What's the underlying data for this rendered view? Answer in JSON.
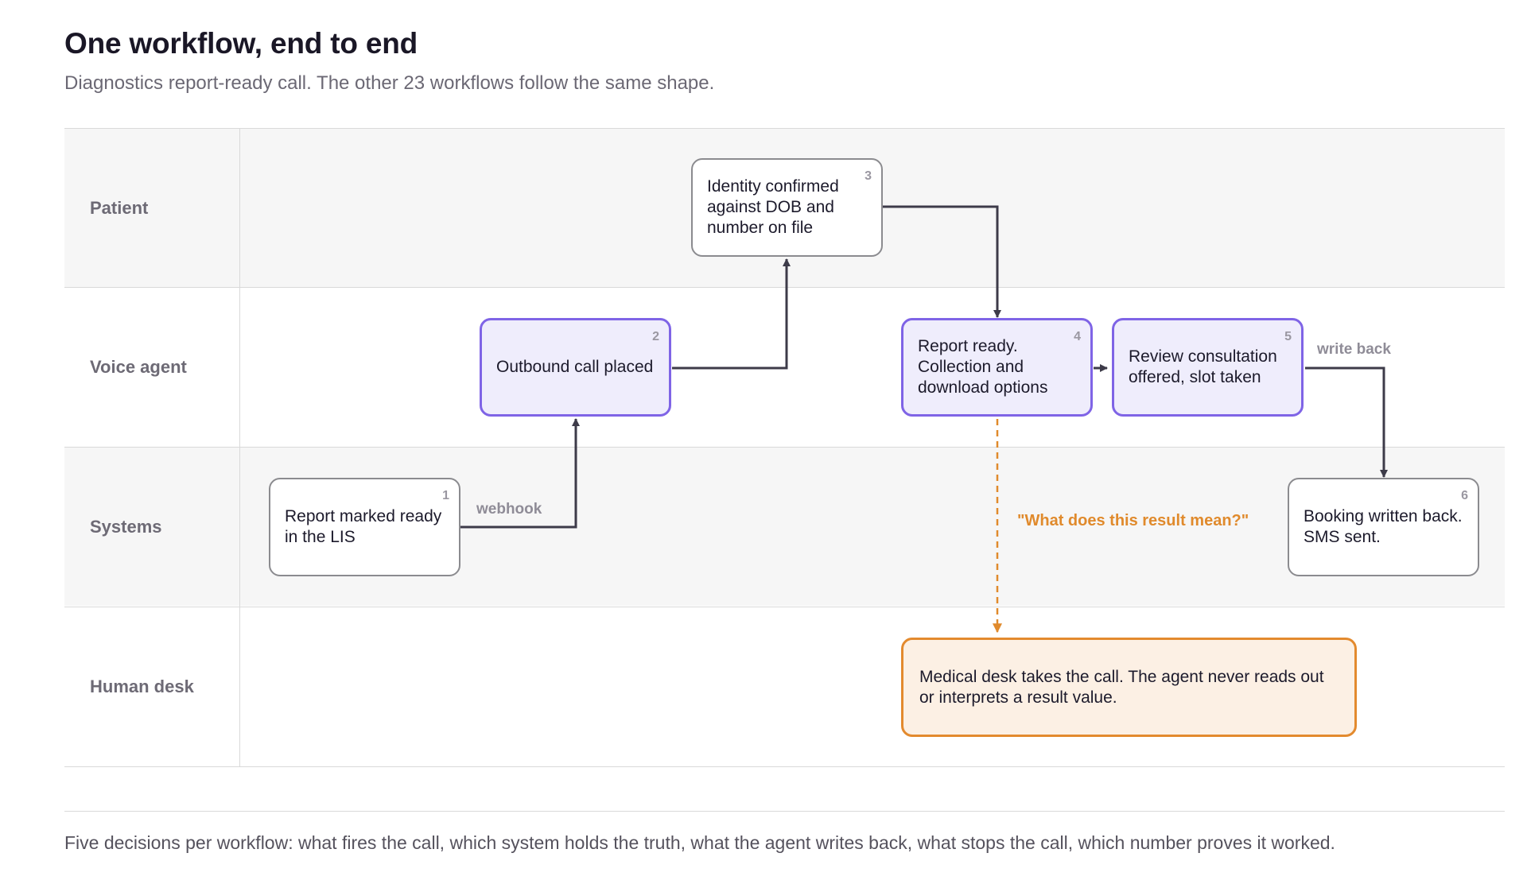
{
  "title": "One workflow, end to end",
  "subtitle": "Diagnostics report-ready call. The other 23 workflows follow the same shape.",
  "lanes": [
    {
      "label": "Patient"
    },
    {
      "label": "Voice agent"
    },
    {
      "label": "Systems"
    },
    {
      "label": "Human desk"
    }
  ],
  "steps": [
    {
      "number": "1",
      "text": "Report marked ready in the LIS",
      "lane": "Systems"
    },
    {
      "number": "2",
      "text": "Outbound call placed",
      "lane": "Voice agent"
    },
    {
      "number": "3",
      "text": "Identity confirmed against DOB and number on file",
      "lane": "Patient"
    },
    {
      "number": "4",
      "text": "Report ready. Collection and download options",
      "lane": "Voice agent"
    },
    {
      "number": "5",
      "text": "Review consultation offered, slot taken",
      "lane": "Voice agent"
    },
    {
      "number": "6",
      "text": "Booking written back. SMS sent.",
      "lane": "Systems"
    }
  ],
  "escalation": {
    "text": "Medical desk takes the call. The agent never reads out or interprets a result value.",
    "lane": "Human desk"
  },
  "edge_labels": {
    "webhook": "webhook",
    "write_back": "write back",
    "question": "\"What does this result mean?\""
  },
  "footer": "Five decisions per workflow: what fires the call, which system holds the truth, what the agent writes back, what stops the call, which number proves it worked.",
  "colors": {
    "agent_fill": "#efedfc",
    "agent_border": "#7f64e6",
    "escalation_fill": "#fcf0e4",
    "escalation_border": "#e38a2e",
    "connector": "#3d3b49",
    "lane_shade": "#f6f6f6"
  }
}
